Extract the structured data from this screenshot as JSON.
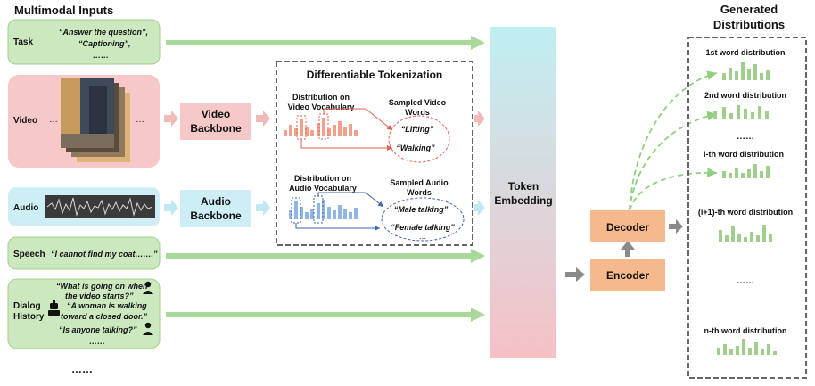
{
  "headers": {
    "inputs": "Multimodal Inputs",
    "outputs_line1": "Generated",
    "outputs_line2": "Distributions"
  },
  "inputs": {
    "task": {
      "label": "Task",
      "line1": "“Answer the question”,",
      "line2": "“Captioning”,",
      "line3": "……"
    },
    "video": {
      "label": "Video",
      "dots_left": "…",
      "dots_right": "…"
    },
    "audio": {
      "label": "Audio"
    },
    "speech": {
      "label": "Speech",
      "text": "“I cannot find my coat…….”"
    },
    "dialog": {
      "label_line1": "Dialog",
      "label_line2": "History",
      "q1_line1": "“What is going on when",
      "q1_line2": "the video starts?”",
      "a1_line1": "“A woman is walking",
      "a1_line2": "toward a closed door.”",
      "q2": "“Is anyone talking?”",
      "dots": "……"
    },
    "more": "……"
  },
  "backbones": {
    "video_line1": "Video",
    "video_line2": "Backbone",
    "audio_line1": "Audio",
    "audio_line2": "Backbone"
  },
  "tokenization": {
    "title": "Differentiable Tokenization",
    "video_dist_line1": "Distribution on",
    "video_dist_line2": "Video Vocabulary",
    "video_sampled_line1": "Sampled Video",
    "video_sampled_line2": "Words",
    "video_word1": "“Lifting”",
    "video_word2": "“Walking”",
    "video_dots": "…",
    "audio_dist_line1": "Distribution on",
    "audio_dist_line2": "Audio Vocabulary",
    "audio_sampled_line1": "Sampled Audio",
    "audio_sampled_line2": "Words",
    "audio_word1": "“Male talking”",
    "audio_word2": "“Female talking”",
    "audio_dots": "…"
  },
  "model": {
    "embedding_line1": "Token",
    "embedding_line2": "Embedding",
    "decoder": "Decoder",
    "encoder": "Encoder"
  },
  "distributions": {
    "d1": "1st word distribution",
    "d2": "2nd word distribution",
    "dots1": "……",
    "di": "i-th word distribution",
    "di1": "(i+1)-th word distribution",
    "dots2": "……",
    "dn": "n-th word distribution"
  },
  "colors": {
    "green_fill": "#cce8bf",
    "green_stroke": "#9fcf8a",
    "green_arrow": "#a8d99a",
    "pink_fill": "#f6c8c8",
    "pink_arrow": "#f2b9b9",
    "blue_fill": "#cdeef5",
    "blue_arrow": "#bfe8f2",
    "orange_fill": "#f5b98d",
    "red_bar": "#f2a08c",
    "blue_bar": "#8fb6e3",
    "green_bar": "#9fcf8a",
    "dashed": "#666666",
    "gray_arrow": "#8a8a8a"
  }
}
